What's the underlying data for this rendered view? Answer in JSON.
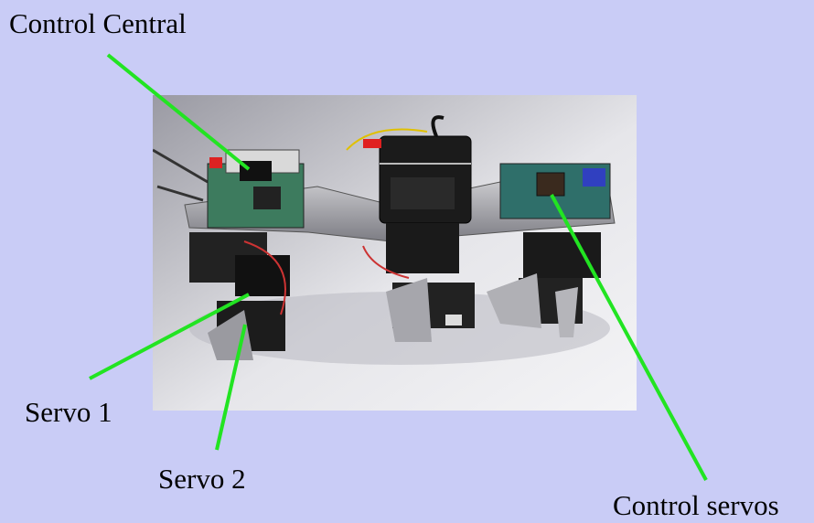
{
  "labels": {
    "control_central": "Control Central",
    "servo_1": "Servo 1",
    "servo_2": "Servo 2",
    "control_servos": "Control servos"
  },
  "colors": {
    "background": "#c9ccf6",
    "pointer_lines": "#22e422"
  },
  "photo": {
    "subject": "robot-with-servos-and-control-boards"
  }
}
